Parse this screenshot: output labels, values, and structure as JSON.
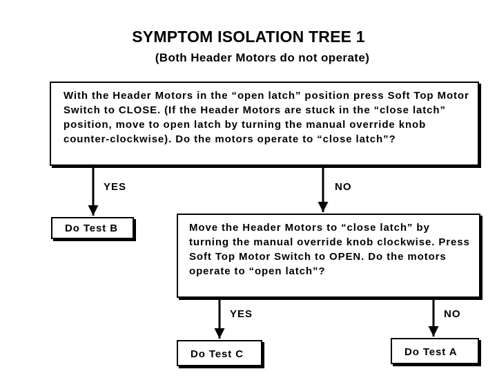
{
  "title": "SYMPTOM ISOLATION TREE 1",
  "subtitle": "(Both Header Motors do not operate)",
  "nodes": {
    "question1": "With the Header Motors in the “open latch” position press Soft Top Motor Switch to CLOSE. (If the Header Motors are stuck in the “close latch” position, move to open latch by turning the manual override knob counter-clockwise). Do the motors operate to “close latch”?",
    "test_b": "Do Test B",
    "question2": "Move the Header Motors to “close latch” by turning the manual override knob clockwise. Press Soft Top Motor Switch to OPEN. Do the motors operate to “open latch”?",
    "test_c": "Do Test C",
    "test_a": "Do Test A"
  },
  "edges": {
    "q1_yes": "YES",
    "q1_no": "NO",
    "q2_yes": "YES",
    "q2_no": "NO"
  }
}
